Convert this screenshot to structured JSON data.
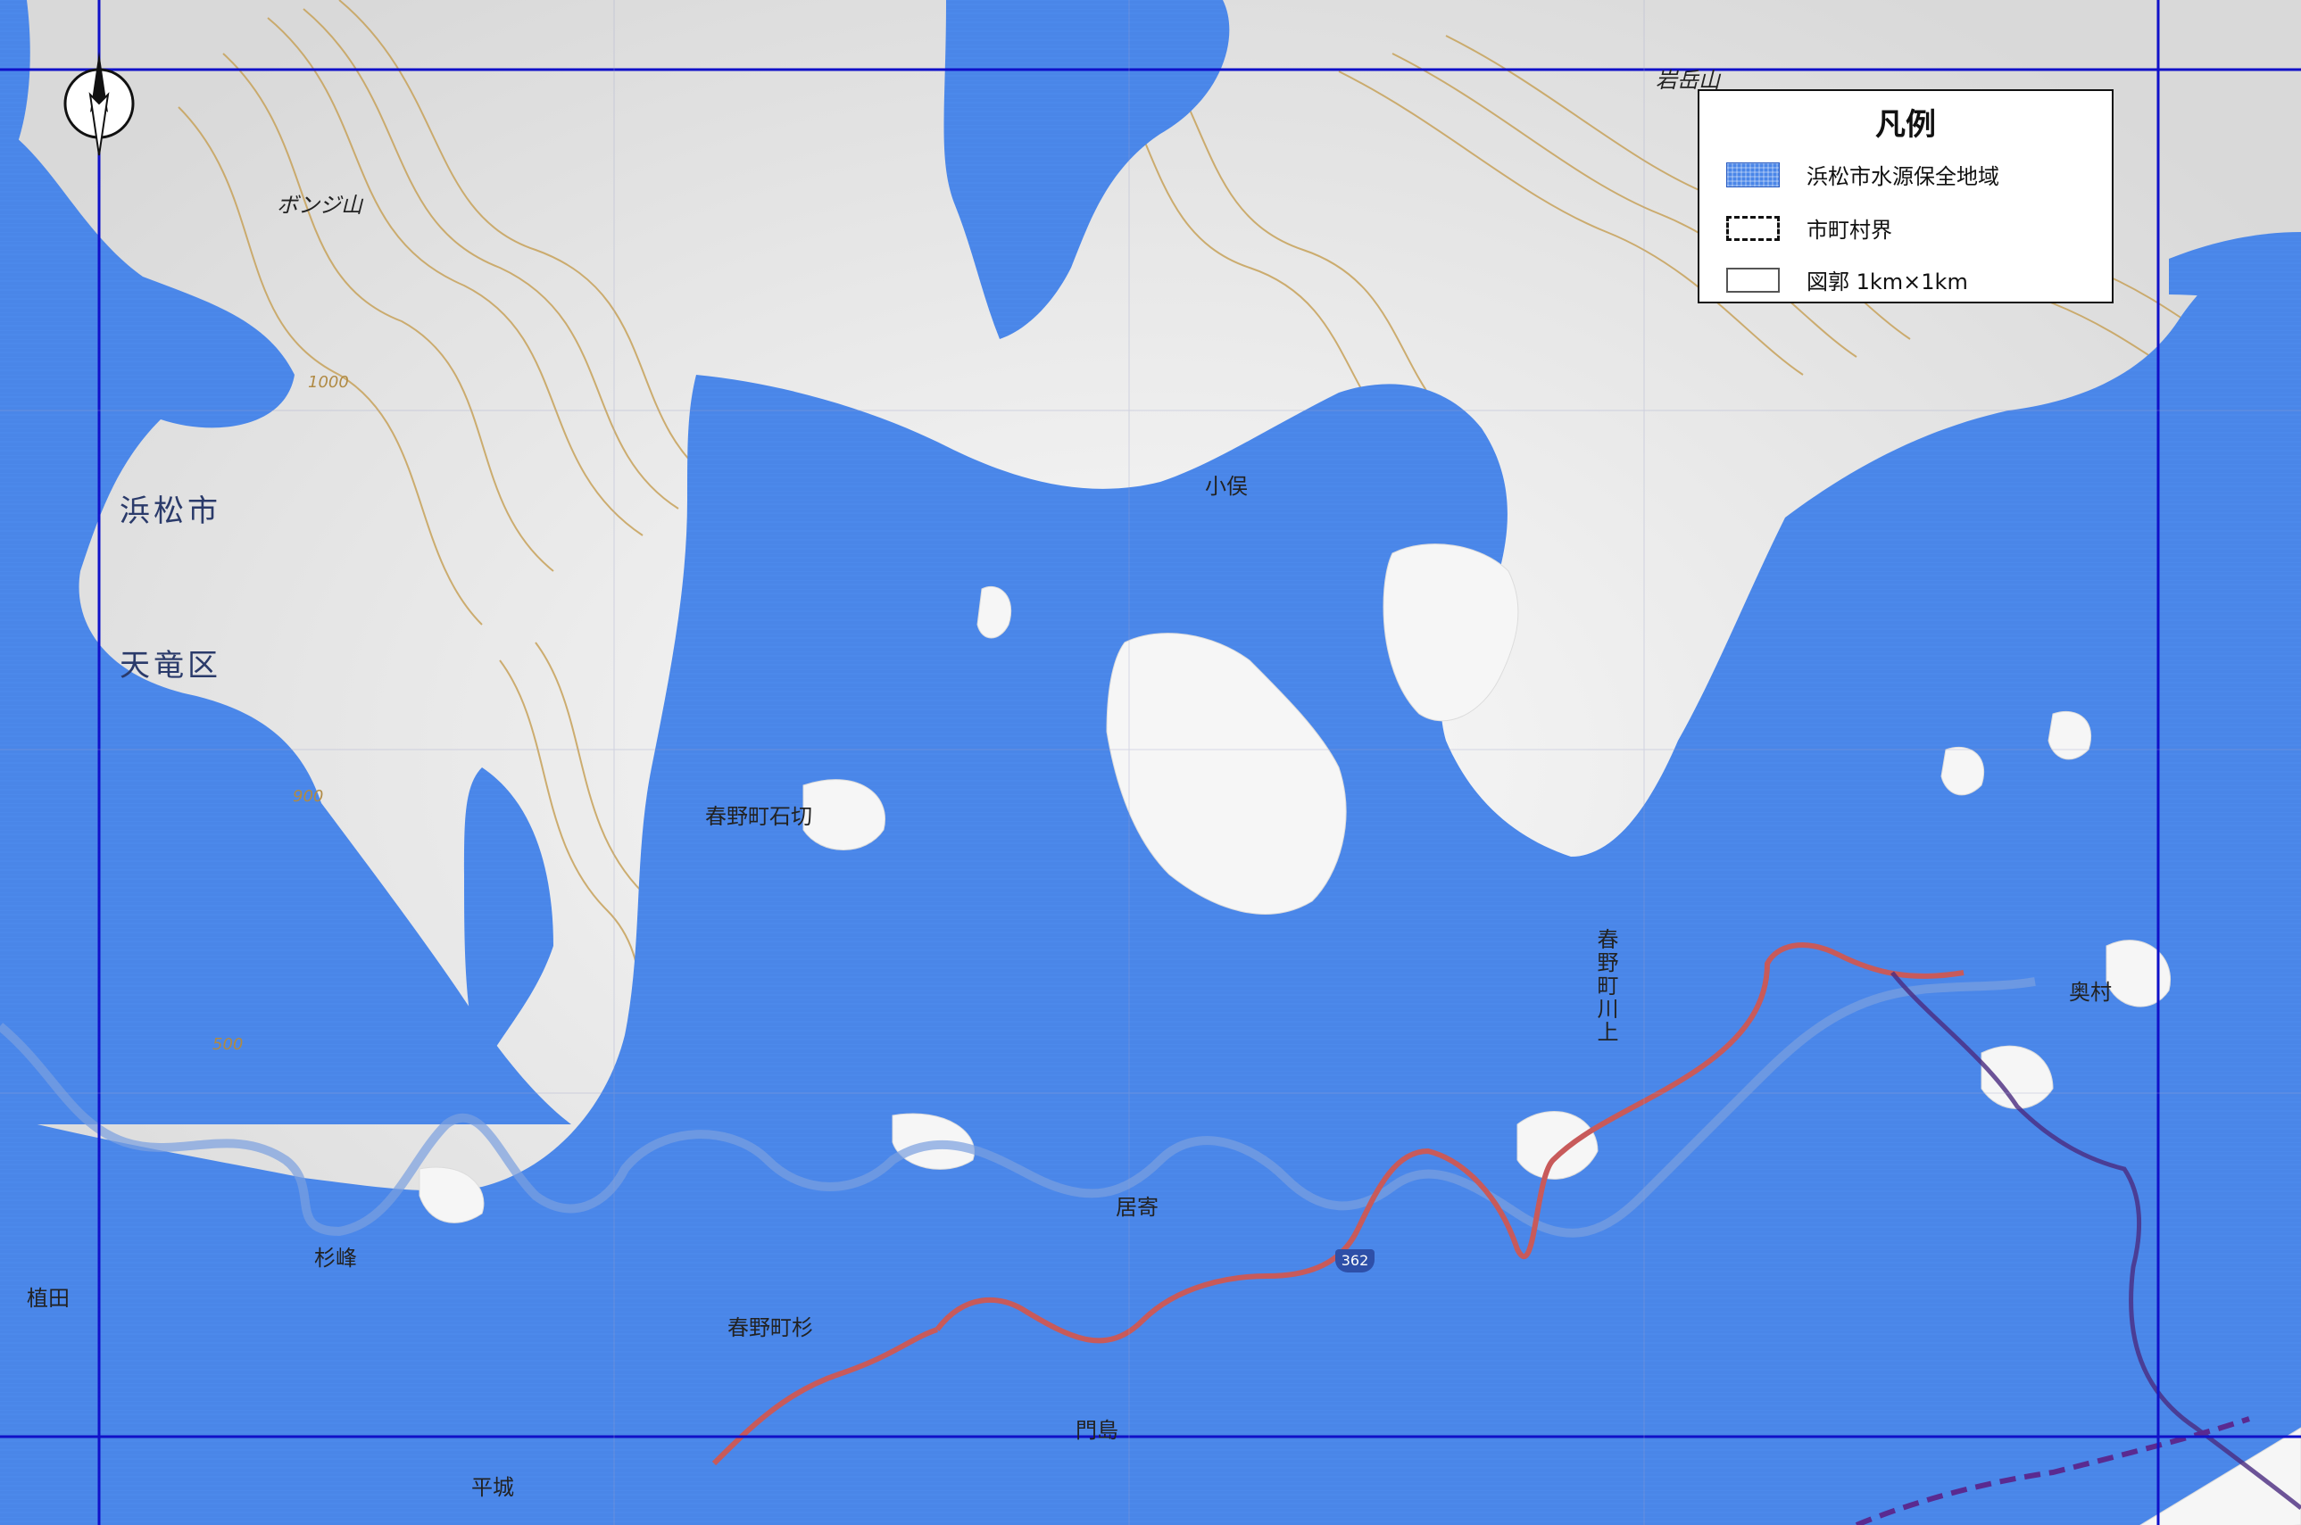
{
  "map": {
    "colors": {
      "water_source_area": "#4a86e8",
      "grid_line": "#1010c8",
      "contour": "#c7a25a",
      "national_road": "#c85a5a",
      "boundary": "#4a2a80"
    },
    "place_labels": {
      "hamamatsu": "浜松市",
      "tenryu": "天竜区",
      "bonji_peak": "ボンジ山",
      "iwatake_peak": "岩岳山",
      "komata": "小俣",
      "ishigiri": "春野町石切",
      "kawakami": "春野町川上",
      "okumura": "奥村",
      "iyori": "居寄",
      "sugimine": "杉峰",
      "ueda": "植田",
      "haruno_sugi": "春野町杉",
      "monjima": "門島",
      "hiraki": "平城"
    },
    "contour_labels": {
      "c1000": "1000",
      "c900": "900",
      "c500": "500"
    },
    "road_number": "362",
    "north_arrow_icon": "north-arrow-icon"
  },
  "legend": {
    "title": "凡例",
    "items": [
      {
        "label": "浜松市水源保全地域",
        "swatch": "water-source-swatch"
      },
      {
        "label": "市町村界",
        "swatch": "boundary-swatch"
      },
      {
        "label": "図郭 1km×1km",
        "swatch": "grid-swatch"
      }
    ]
  }
}
